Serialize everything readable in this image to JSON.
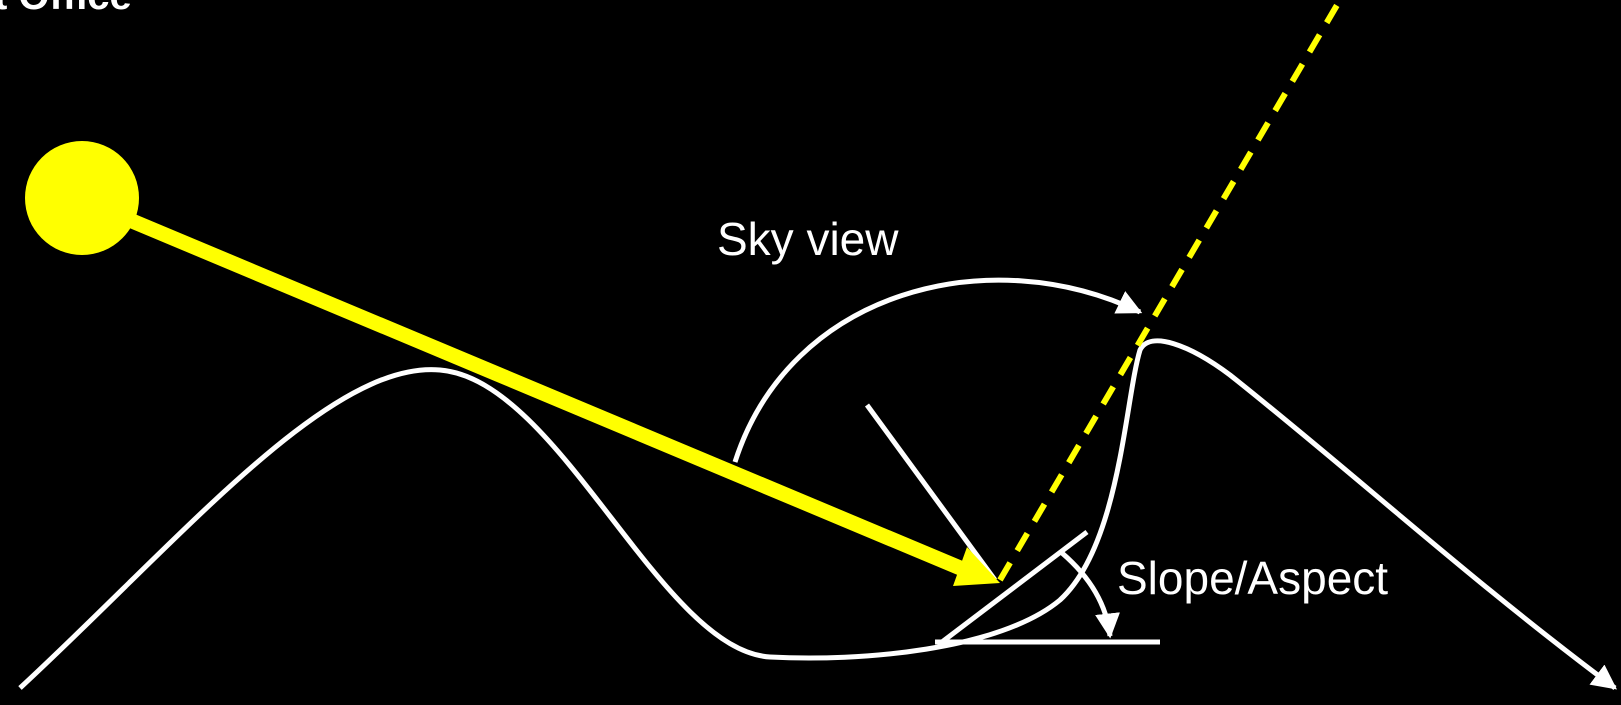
{
  "header": {
    "title_fragment": "t Office"
  },
  "diagram": {
    "labels": {
      "sky_view": "Sky view",
      "slope_aspect": "Slope/Aspect"
    },
    "icons": {
      "sun": "sun-icon"
    },
    "colors": {
      "background": "#000000",
      "terrain": "#ffffff",
      "sun": "#ffff00",
      "sun_ray": "#ffff00",
      "shadow_line": "#ffff00",
      "annotation": "#ffffff"
    }
  }
}
